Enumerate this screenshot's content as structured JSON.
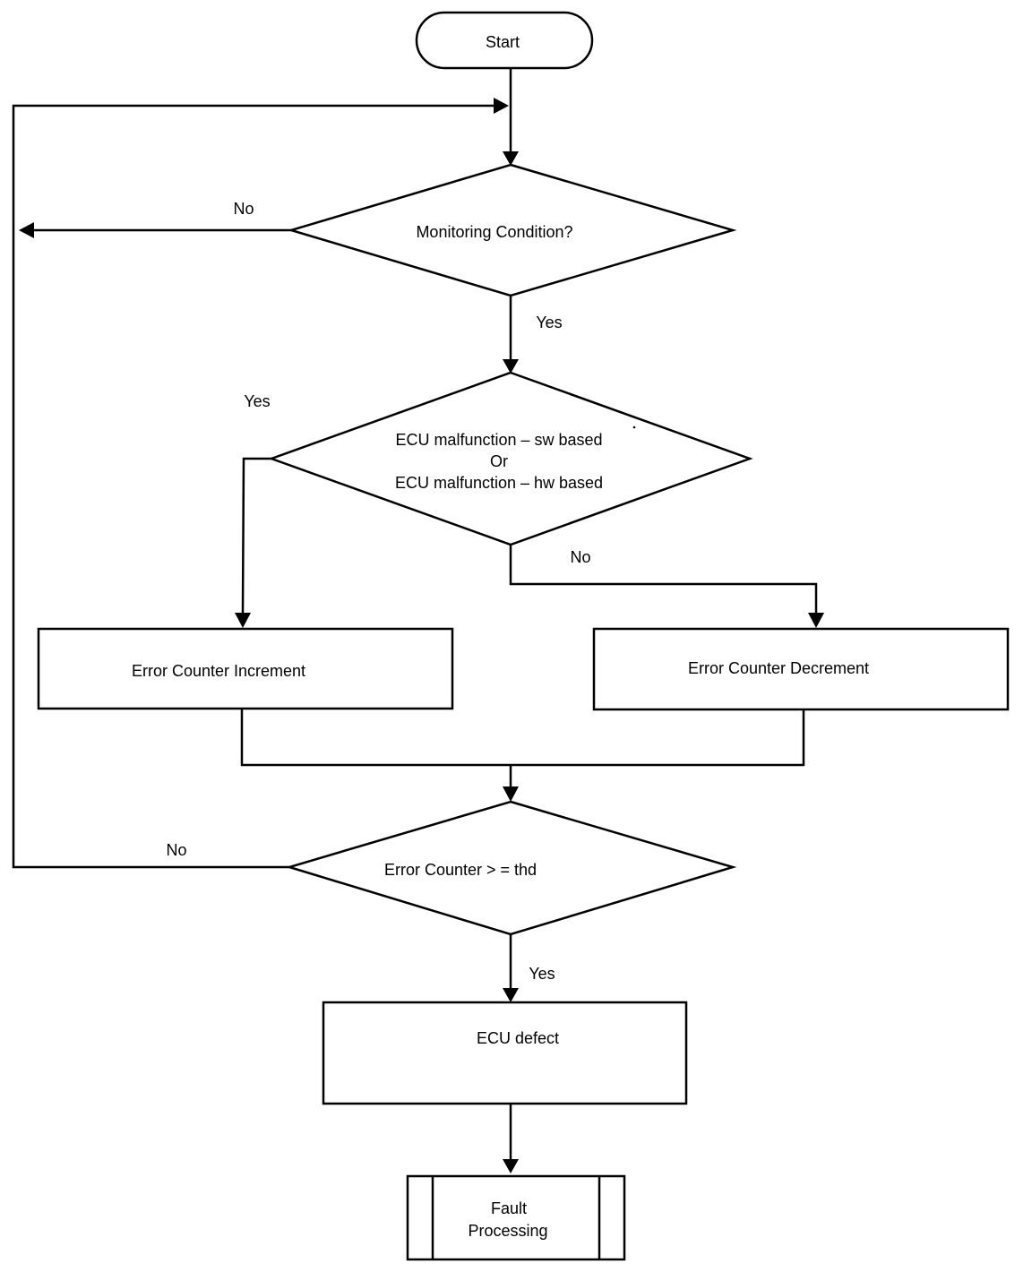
{
  "nodes": {
    "start": "Start",
    "monitoring": "Monitoring Condition?",
    "malfunction_line1": "ECU malfunction – sw based",
    "malfunction_line2": "Or",
    "malfunction_line3": "ECU malfunction – hw based",
    "increment": "Error Counter Increment",
    "decrement": "Error Counter Decrement",
    "threshold": "Error Counter > = thd",
    "defect": "ECU defect",
    "fault_line1": "Fault",
    "fault_line2": "Processing"
  },
  "labels": {
    "monitoring_no": "No",
    "monitoring_yes": "Yes",
    "malfunction_yes": "Yes",
    "malfunction_no": "No",
    "threshold_no": "No",
    "threshold_yes": "Yes"
  }
}
